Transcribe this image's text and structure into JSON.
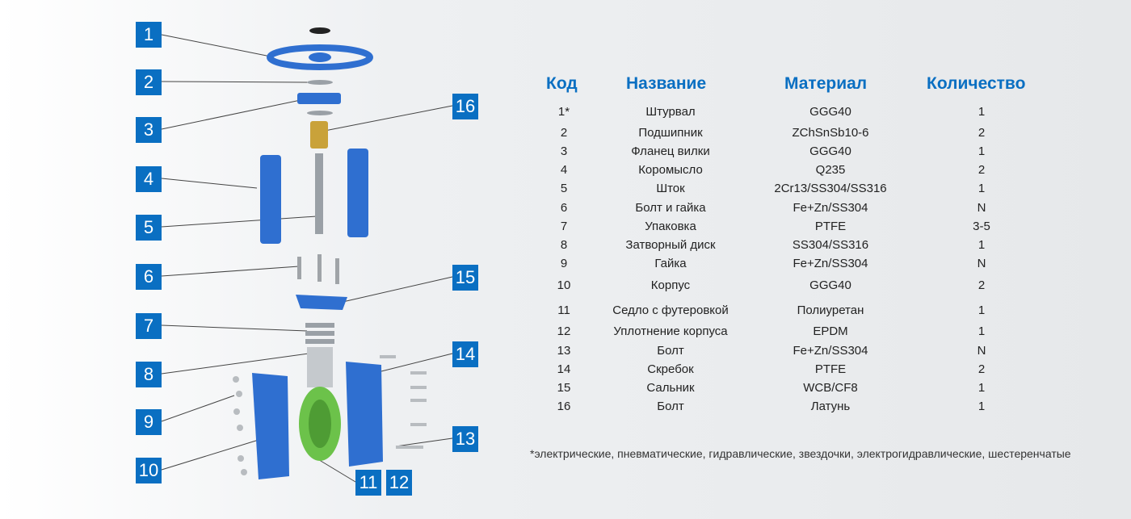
{
  "headers": {
    "code": "Код",
    "name": "Название",
    "material": "Материал",
    "qty": "Количество"
  },
  "rows": [
    {
      "code": "1*",
      "name": "Штурвал",
      "material": "GGG40",
      "qty": "1"
    },
    {
      "code": "2",
      "name": "Подшипник",
      "material": "ZChSnSb10-6",
      "qty": "2"
    },
    {
      "code": "3",
      "name": "Фланец вилки",
      "material": "GGG40",
      "qty": "1"
    },
    {
      "code": "4",
      "name": "Коромысло",
      "material": "Q235",
      "qty": "2"
    },
    {
      "code": "5",
      "name": "Шток",
      "material": "2Cr13/SS304/SS316",
      "qty": "1"
    },
    {
      "code": "6",
      "name": "Болт и гайка",
      "material": "Fe+Zn/SS304",
      "qty": "N"
    },
    {
      "code": "7",
      "name": "Упаковка",
      "material": "PTFE",
      "qty": "3-5"
    },
    {
      "code": "8",
      "name": "Затворный диск",
      "material": "SS304/SS316",
      "qty": "1"
    },
    {
      "code": "9",
      "name": "Гайка",
      "material": "Fe+Zn/SS304",
      "qty": "N"
    },
    {
      "code": "10",
      "name": "Корпус",
      "material": "GGG40",
      "qty": "2"
    },
    {
      "code": "11",
      "name": "Седло с футеровкой",
      "material": "Полиуретан",
      "qty": "1"
    },
    {
      "code": "12",
      "name": "Уплотнение корпуса",
      "material": "EPDM",
      "qty": "1"
    },
    {
      "code": "13",
      "name": "Болт",
      "material": "Fe+Zn/SS304",
      "qty": "N"
    },
    {
      "code": "14",
      "name": "Скребок",
      "material": "PTFE",
      "qty": "2"
    },
    {
      "code": "15",
      "name": "Сальник",
      "material": "WCB/CF8",
      "qty": "1"
    },
    {
      "code": "16",
      "name": "Болт",
      "material": "Латунь",
      "qty": "1"
    }
  ],
  "footnote": "*электрические, пневматические, гидравлические, звездочки, электрогидравлические, шестеренчатые",
  "callouts": [
    "1",
    "2",
    "3",
    "4",
    "5",
    "6",
    "7",
    "8",
    "9",
    "10",
    "11",
    "12",
    "13",
    "14",
    "15",
    "16"
  ],
  "colors": {
    "accent": "#0a6fc2",
    "part_blue": "#2f6fd0",
    "seat_green": "#6cc24a",
    "steel": "#b8bcc0"
  }
}
